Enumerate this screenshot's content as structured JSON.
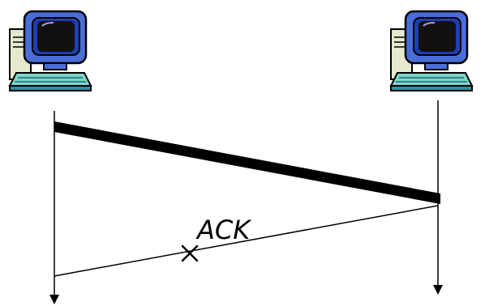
{
  "diagram": {
    "type": "network timing diagram",
    "nodes": [
      {
        "id": "sender",
        "icon": "desktop-computer-icon"
      },
      {
        "id": "receiver",
        "icon": "desktop-computer-icon"
      }
    ],
    "messages": [
      {
        "from": "sender",
        "to": "receiver",
        "kind": "data segment",
        "label": ""
      },
      {
        "from": "receiver",
        "to": "sender",
        "kind": "ack",
        "label": "ACK",
        "lost": true,
        "loss_marker": "x"
      }
    ]
  },
  "colors": {
    "line": "#000000",
    "monitor_body": "#4a6ed8",
    "monitor_screen": "#111111",
    "monitor_frame": "#1e3fb0",
    "tower": "#e7e9cf",
    "keyboard": "#7fd6c6",
    "keyboard_base": "#2d8fa6",
    "background": "#ffffff"
  }
}
